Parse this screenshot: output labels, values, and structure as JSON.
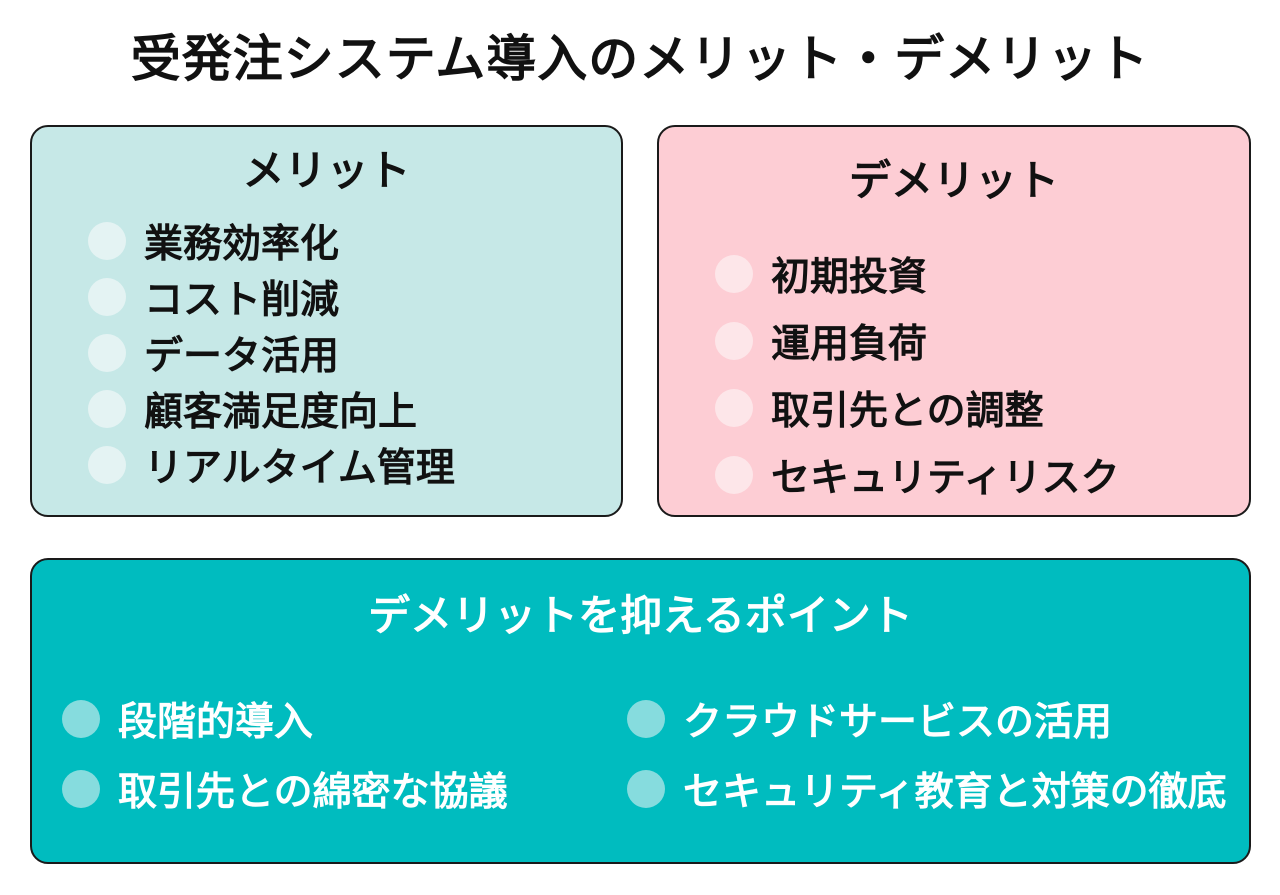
{
  "title": "受発注システム導入のメリット・デメリット",
  "merit": {
    "heading": "メリット",
    "items": [
      "業務効率化",
      "コスト削減",
      "データ活用",
      "顧客満足度向上",
      "リアルタイム管理"
    ]
  },
  "demerit": {
    "heading": "デメリット",
    "items": [
      "初期投資",
      "運用負荷",
      "取引先との調整",
      "セキュリティリスク"
    ]
  },
  "points": {
    "heading": "デメリットを抑えるポイント",
    "left_items": [
      "段階的導入",
      "取引先との綿密な協議"
    ],
    "right_items": [
      "クラウドサービスの活用",
      "セキュリティ教育と対策の徹底"
    ]
  },
  "colors": {
    "merit_bg": "#c6e8e7",
    "demerit_bg": "#fdcdd4",
    "points_bg": "#00bcbf",
    "border": "#1a1a1a"
  }
}
